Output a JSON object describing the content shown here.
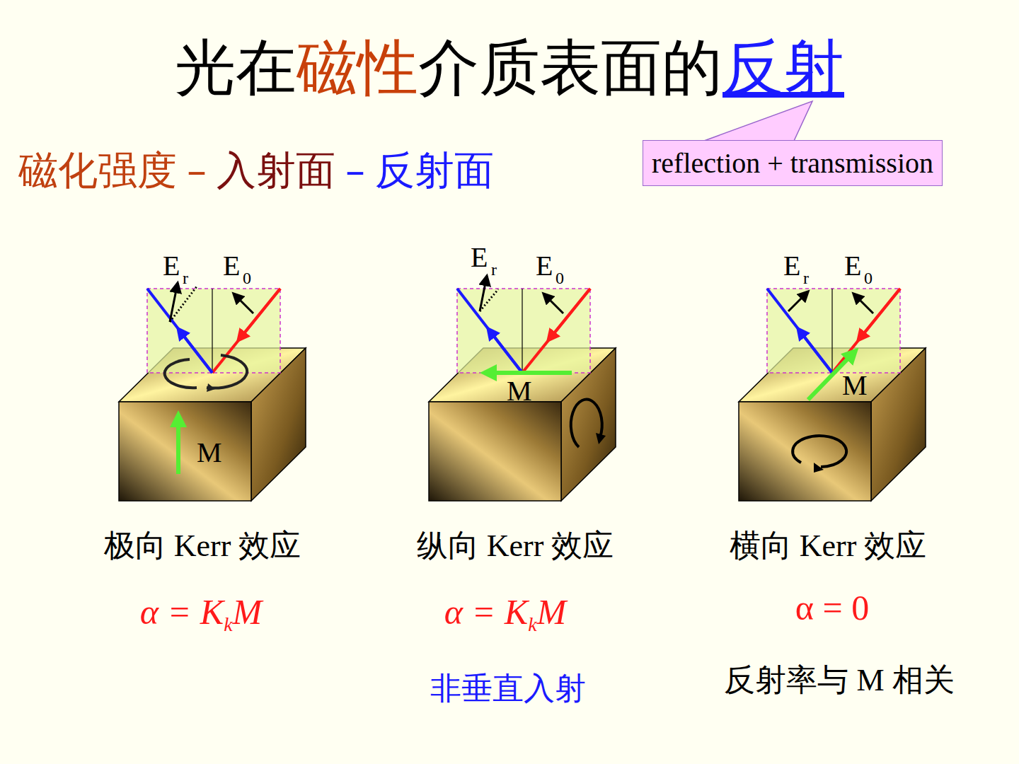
{
  "diagram": {
    "nodes": [
      {
        "text": [
          "reflection + transmission"
        ]
      }
    ],
    "labels": [
      "光在",
      "磁性",
      "介质表面的",
      "反射",
      "磁化强度",
      "–",
      "入射面",
      "–",
      "反射面",
      "E",
      "r",
      "E",
      "0",
      "M",
      "极向 Kerr 效应",
      "α = K",
      "k",
      "M",
      "E",
      "r",
      "E",
      "0",
      "M",
      "纵向 Kerr 效应",
      "α = K",
      "k",
      "M",
      "非垂直入射",
      "E",
      "r",
      "E",
      "0",
      "M",
      "横向 Kerr 效应",
      "α = 0",
      "反射率与 M 相关"
    ]
  }
}
